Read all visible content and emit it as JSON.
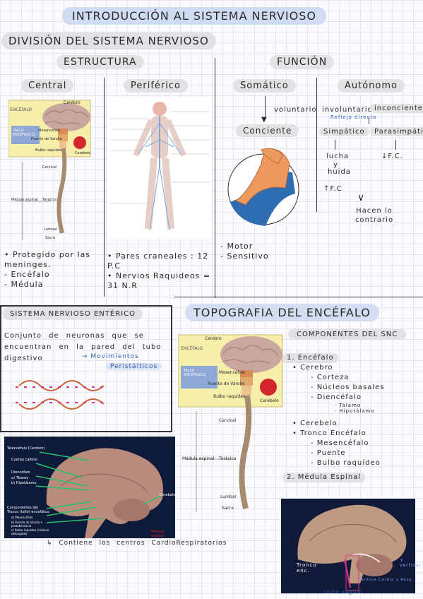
{
  "title": "INTRODUCCIÓN  AL SISTEMA  NERVIOSO",
  "division_title": "DIVISIÓN DEL SISTEMA NERVIOSO",
  "estructura": {
    "heading": "ESTRUCTURA",
    "central": {
      "label": "Central",
      "figure": {
        "cerebro": "Cerebro",
        "encefalo": "ENCÉFALO",
        "tallo": "TALLO ENCEFÁLICO",
        "mesencefalo": "Mesencéfalo",
        "puente": "Puente de Varolio",
        "bulbo": "Bulbo raquídeo",
        "cerebelo": "Cerebelo",
        "cervical": "Cervical",
        "medula": "Médula espinal",
        "toracica": "Torácica",
        "lumbar": "Lumbar",
        "sacra": "Sacra"
      },
      "bullets": [
        "Protegido por las meninges.",
        "Encéfalo",
        "Médula"
      ]
    },
    "periferico": {
      "label": "Periférico",
      "bullets": [
        "Pares craneales : 12 P.C",
        "Nervios Raquideos = 31 N.R"
      ]
    }
  },
  "funcion": {
    "heading": "FUNCIÓN",
    "somatico": {
      "label": "Somático",
      "voluntario": "voluntario",
      "consciente": "Conciente",
      "bullets": [
        "Motor",
        "Sensitivo"
      ]
    },
    "autonomo": {
      "label": "Autónomo",
      "involuntario": "involuntario",
      "reflejo": "Reflejo directo",
      "inconciente": "inconciente",
      "simpatico": "Simpático",
      "parasimpatico": "Parasimpático",
      "lucha": "lucha",
      "y": "y",
      "huida": "huida",
      "fc_up": "↑F.C",
      "fc_down": "↓F.C.",
      "contrario": "Hacen lo contrario"
    }
  },
  "enterico": {
    "heading": "SISTEMA NERVIOSO ENTÉRICO",
    "text": "Conjunto de neuronas que se encuentran en la pared del tubo digestivo",
    "arrow": "→ Movimientos",
    "peristalticos": "Peristálticos"
  },
  "topografia": {
    "heading": "TOPOGRAFIA DEL ENCÉFALO",
    "componentes": "COMPONENTES DEL SNC",
    "outline": {
      "encefalo": "1. Encéfalo",
      "cerebro": "Cerebro",
      "corteza": "Corteza",
      "nucleos": "Núcleos basales",
      "diencefalo": "Diencéfalo",
      "talamo": "Tálamo",
      "hipotalamo": "Hipotálamo",
      "cerebelo": "Cerebelo",
      "tronco": "Tronco Encéfalo",
      "mesencefalo": "Mesencéfalo",
      "puente": "Puente",
      "bulbo": "Bulbo raquídeo",
      "medula": "2. Médula Espinal"
    },
    "sagittal": {
      "telencefalo": "Telencéfalo (Cerebro)",
      "cuerpo_calloso": "Cuerpo calloso",
      "diencefalo": "Diencéfalo",
      "talamo": "a) Tálamo",
      "hipotalamo": "b) Hipotálamo",
      "componentes_tronco": "Componentes del Tronco (tallo) encefálico",
      "mesencefalo": "a) Mesencéfalo",
      "puente": "b) Puente de Varolio o protuberancia",
      "bulbo": "c) Bulbo raquídeo (médula oblongada)",
      "cerebelo": "Cerebelo",
      "medula": "Médula espinal"
    },
    "caption": "↳ Contiene los centros CardioRespiratorios",
    "photo": {
      "tronco": "Tronco enc.",
      "vertical": "+ vertical",
      "corte": "corte sagital",
      "centros": "centros Cardio y Resp."
    }
  }
}
